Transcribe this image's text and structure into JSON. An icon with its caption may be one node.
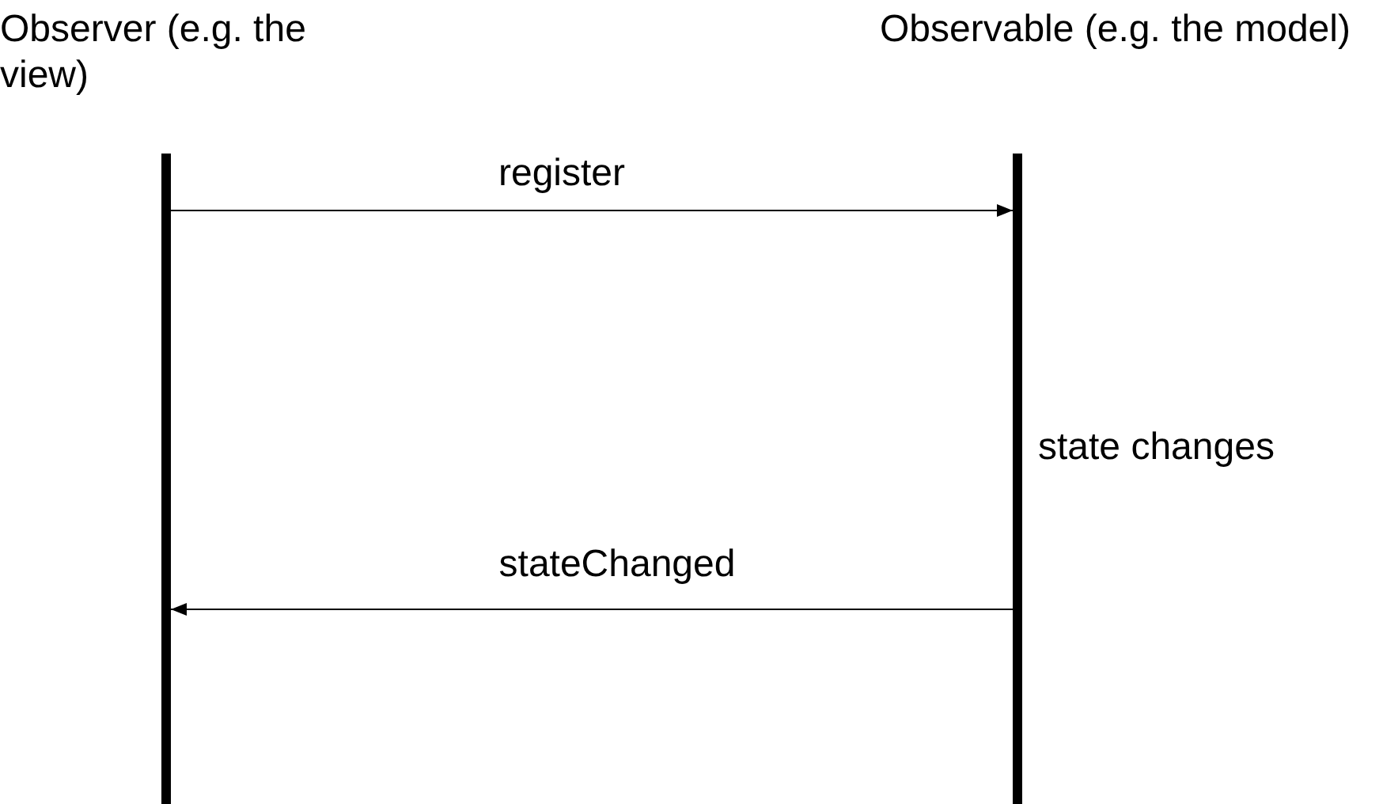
{
  "diagram": {
    "nodes": [
      {
        "text": [
          "Observer (e.g. the view)"
        ]
      },
      {
        "text": [
          "Observable (e.g. the model)"
        ],
        "beside": [
          "state changes"
        ]
      }
    ],
    "edges": [
      {
        "from": 0,
        "to": 1,
        "arrow": "to",
        "label": "register"
      },
      {
        "from": 1,
        "to": 0,
        "arrow": "to",
        "label": "stateChanged"
      }
    ]
  }
}
